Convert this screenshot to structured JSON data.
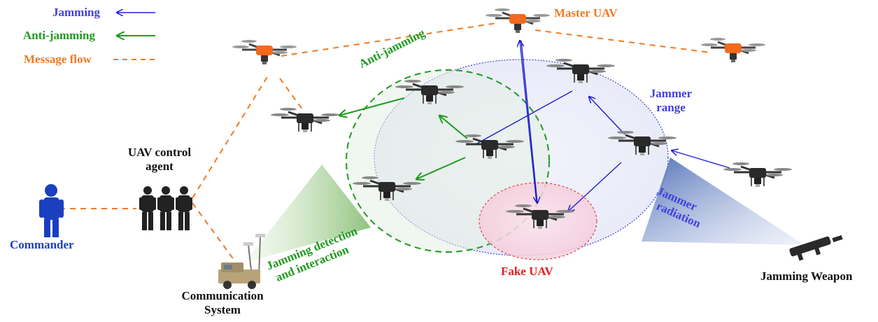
{
  "legend": {
    "jamming": "Jamming",
    "anti_jamming": "Anti-jamming",
    "message_flow": "Message flow"
  },
  "labels": {
    "master_uav": "Master UAV",
    "anti_jamming_zone": "Anti-jamming",
    "jammer_range_1": "Jammer",
    "jammer_range_2": "range",
    "uav_control_1": "UAV control",
    "uav_control_2": "agent",
    "commander": "Commander",
    "comm_system_1": "Communication",
    "comm_system_2": "System",
    "jam_detect_1": "Jamming detection",
    "jam_detect_2": "and interaction",
    "fake_uav": "Fake UAV",
    "jammer_radiation_1": "Jammer",
    "jammer_radiation_2": "radiation",
    "jamming_weapon": "Jamming Weapon"
  },
  "colors": {
    "jamming": "#2020d0",
    "anti_jamming": "#1f9a1f",
    "message_flow": "#f07a20",
    "master_uav_text": "#f07a20",
    "commander_text": "#1a3fbf",
    "fake_uav_text": "#e02020",
    "jammer_text": "#4040e0",
    "orange_drone": "#f26a1b",
    "dark_drone": "#2a2a2a"
  }
}
